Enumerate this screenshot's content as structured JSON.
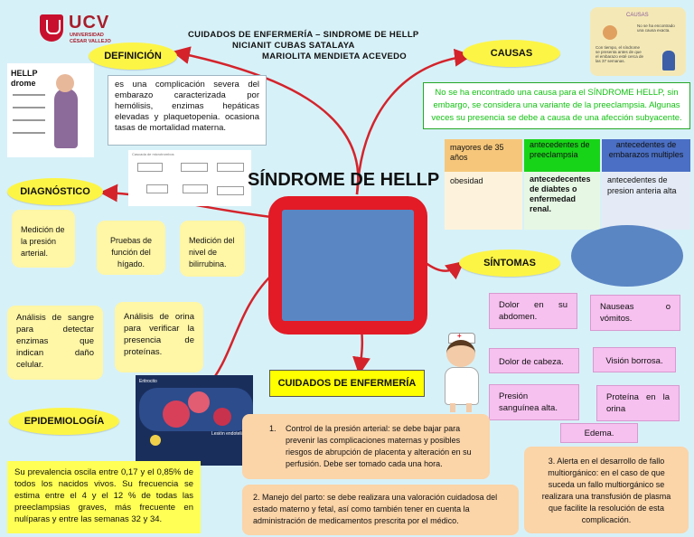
{
  "logo": {
    "brand": "UCV",
    "sub1": "UNIVERSIDAD",
    "sub2": "CÉSAR VALLEJO"
  },
  "header": {
    "line1": "CUIDADOS DE ENFERMERÍA – SINDROME DE HELLP",
    "line2": "NICIANIT CUBAS SATALAYA",
    "line3": "MARIOLITA MENDIETA ACEVEDO"
  },
  "main_title": "SÍNDROME DE HELLP",
  "ovals": {
    "definicion": "DEFINICIÓN",
    "causas": "CAUSAS",
    "diagnostico": "DIAGNÓSTICO",
    "sintomas": "SÍNTOMAS",
    "epidemiologia": "EPIDEMIOLOGÍA"
  },
  "definicion_text": "es una complicación severa del embarazo caracterizada por hemólisis, enzimas hepáticas elevadas y plaquetopenia. ocasiona tasas de mortalidad materna.",
  "causas_text": "No se ha encontrado una causa para el SÍNDROME HELLP, sin embargo, se considera una variante de la preeclampsia. Algunas veces su presencia se debe a causa de una afección subyacente.",
  "causas_thumb": {
    "title": "CAUSAS",
    "text1": "No se ha encontrado una causa exacta.",
    "text2": "Con tiempo, el síndrome se presenta antes de que el embarazo esté cerca de las 37 semanas."
  },
  "risk_table": {
    "headers": [
      "mayores de 35 años",
      "antecedentes de preeclampsia",
      "antecedentes de embarazos multiples"
    ],
    "cells": [
      "obesidad",
      "antecedecentes de diabtes o enfermedad renal.",
      "antecedentes de presion anteria alta"
    ]
  },
  "diagnostico": [
    "Medición de la presión arterial.",
    "Pruebas de función del hígado.",
    "Medición del nivel de bilirrubina.",
    "Análisis de sangre para detectar enzimas que indican daño celular.",
    "Análisis de orina para verificar la presencia de proteínas."
  ],
  "sintomas": [
    "Dolor en su abdomen.",
    "Nauseas o vómitos.",
    "Dolor de cabeza.",
    "Visión borrosa.",
    "Presión sanguínea alta.",
    "Proteína en la orina",
    "Edema."
  ],
  "cuidados_title": "CUIDADOS DE ENFERMERÍA",
  "cuidados": [
    "Control de la presión arterial: se debe bajar para prevenir las complicaciones maternas y posibles riesgos de abrupción de placenta y alteración en su perfusión. Debe ser tomado cada una hora.",
    "2. Manejo del parto: se debe realizara una valoración cuidadosa del estado materno y fetal, así como también tener en cuenta la administración de medicamentos prescrita por el médico.",
    "3. Alerta en el desarrollo de fallo multiorgánico: en el caso de que suceda un fallo multiorgánico se realizara una transfusión de plasma que facilite la resolución de esta complicación."
  ],
  "cuidados_num1": "1.",
  "epidemiologia_text": "Su prevalencia oscila entre 0,17 y el 0,85% de todos los nacidos vivos. Su frecuencia se estima entre el 4 y el 12 % de todas las preeclampsias graves, más frecuente en nulíparas y entre las semanas 32 y 34.",
  "hellp_image": {
    "title1": "HELLP",
    "title2": "drome"
  },
  "flow_image": {
    "caption": "Cascada de microtrombos"
  },
  "blood_image": {
    "label1": "Eritrocito",
    "label2": "Lesión endotelial"
  },
  "colors": {
    "background": "#d7f1f8",
    "arrow": "#d4232b",
    "center_frame": "#e21b26",
    "center_fill": "#5b86c4",
    "oval": "#fdf546",
    "green_text": "#12c112",
    "pink": "#f6c0ef",
    "peach": "#fbd4a8"
  }
}
